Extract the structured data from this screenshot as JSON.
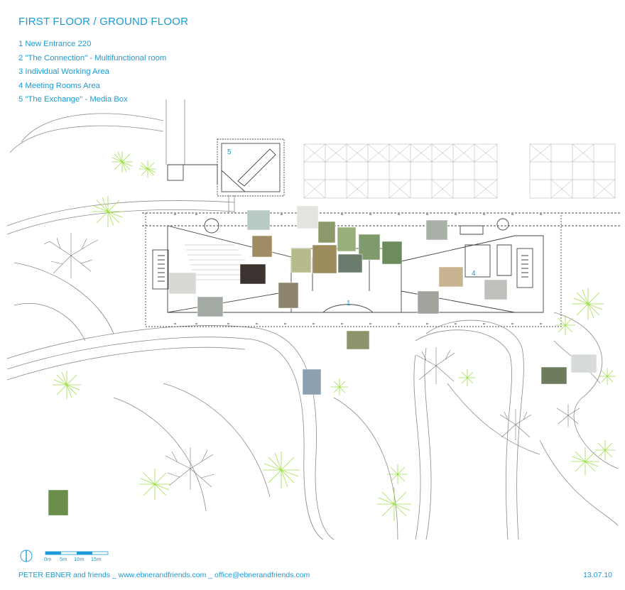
{
  "title": "FIRST FLOOR / GROUND FLOOR",
  "legend": [
    "1 New Entrance 220",
    "2 \"The Connection\" - Multifunctional room",
    "3 Individual Working Area",
    "4 Meeting Rooms Area",
    "5 \"The Exchange\" - Media Box"
  ],
  "plan_labels": {
    "n1": "1",
    "n4": "4",
    "n5": "5"
  },
  "scale_bar": {
    "labels": [
      "0m",
      "5m",
      "10m",
      "15m"
    ]
  },
  "footer": {
    "credits": "PETER EBNER and friends _ www.ebnerandfriends.com _ office@ebnerandfriends.com",
    "date": "13.07.10"
  },
  "colors": {
    "accent": "#1a9ad6",
    "tree": "#9fe04a",
    "linework": "#8a8a8a"
  }
}
